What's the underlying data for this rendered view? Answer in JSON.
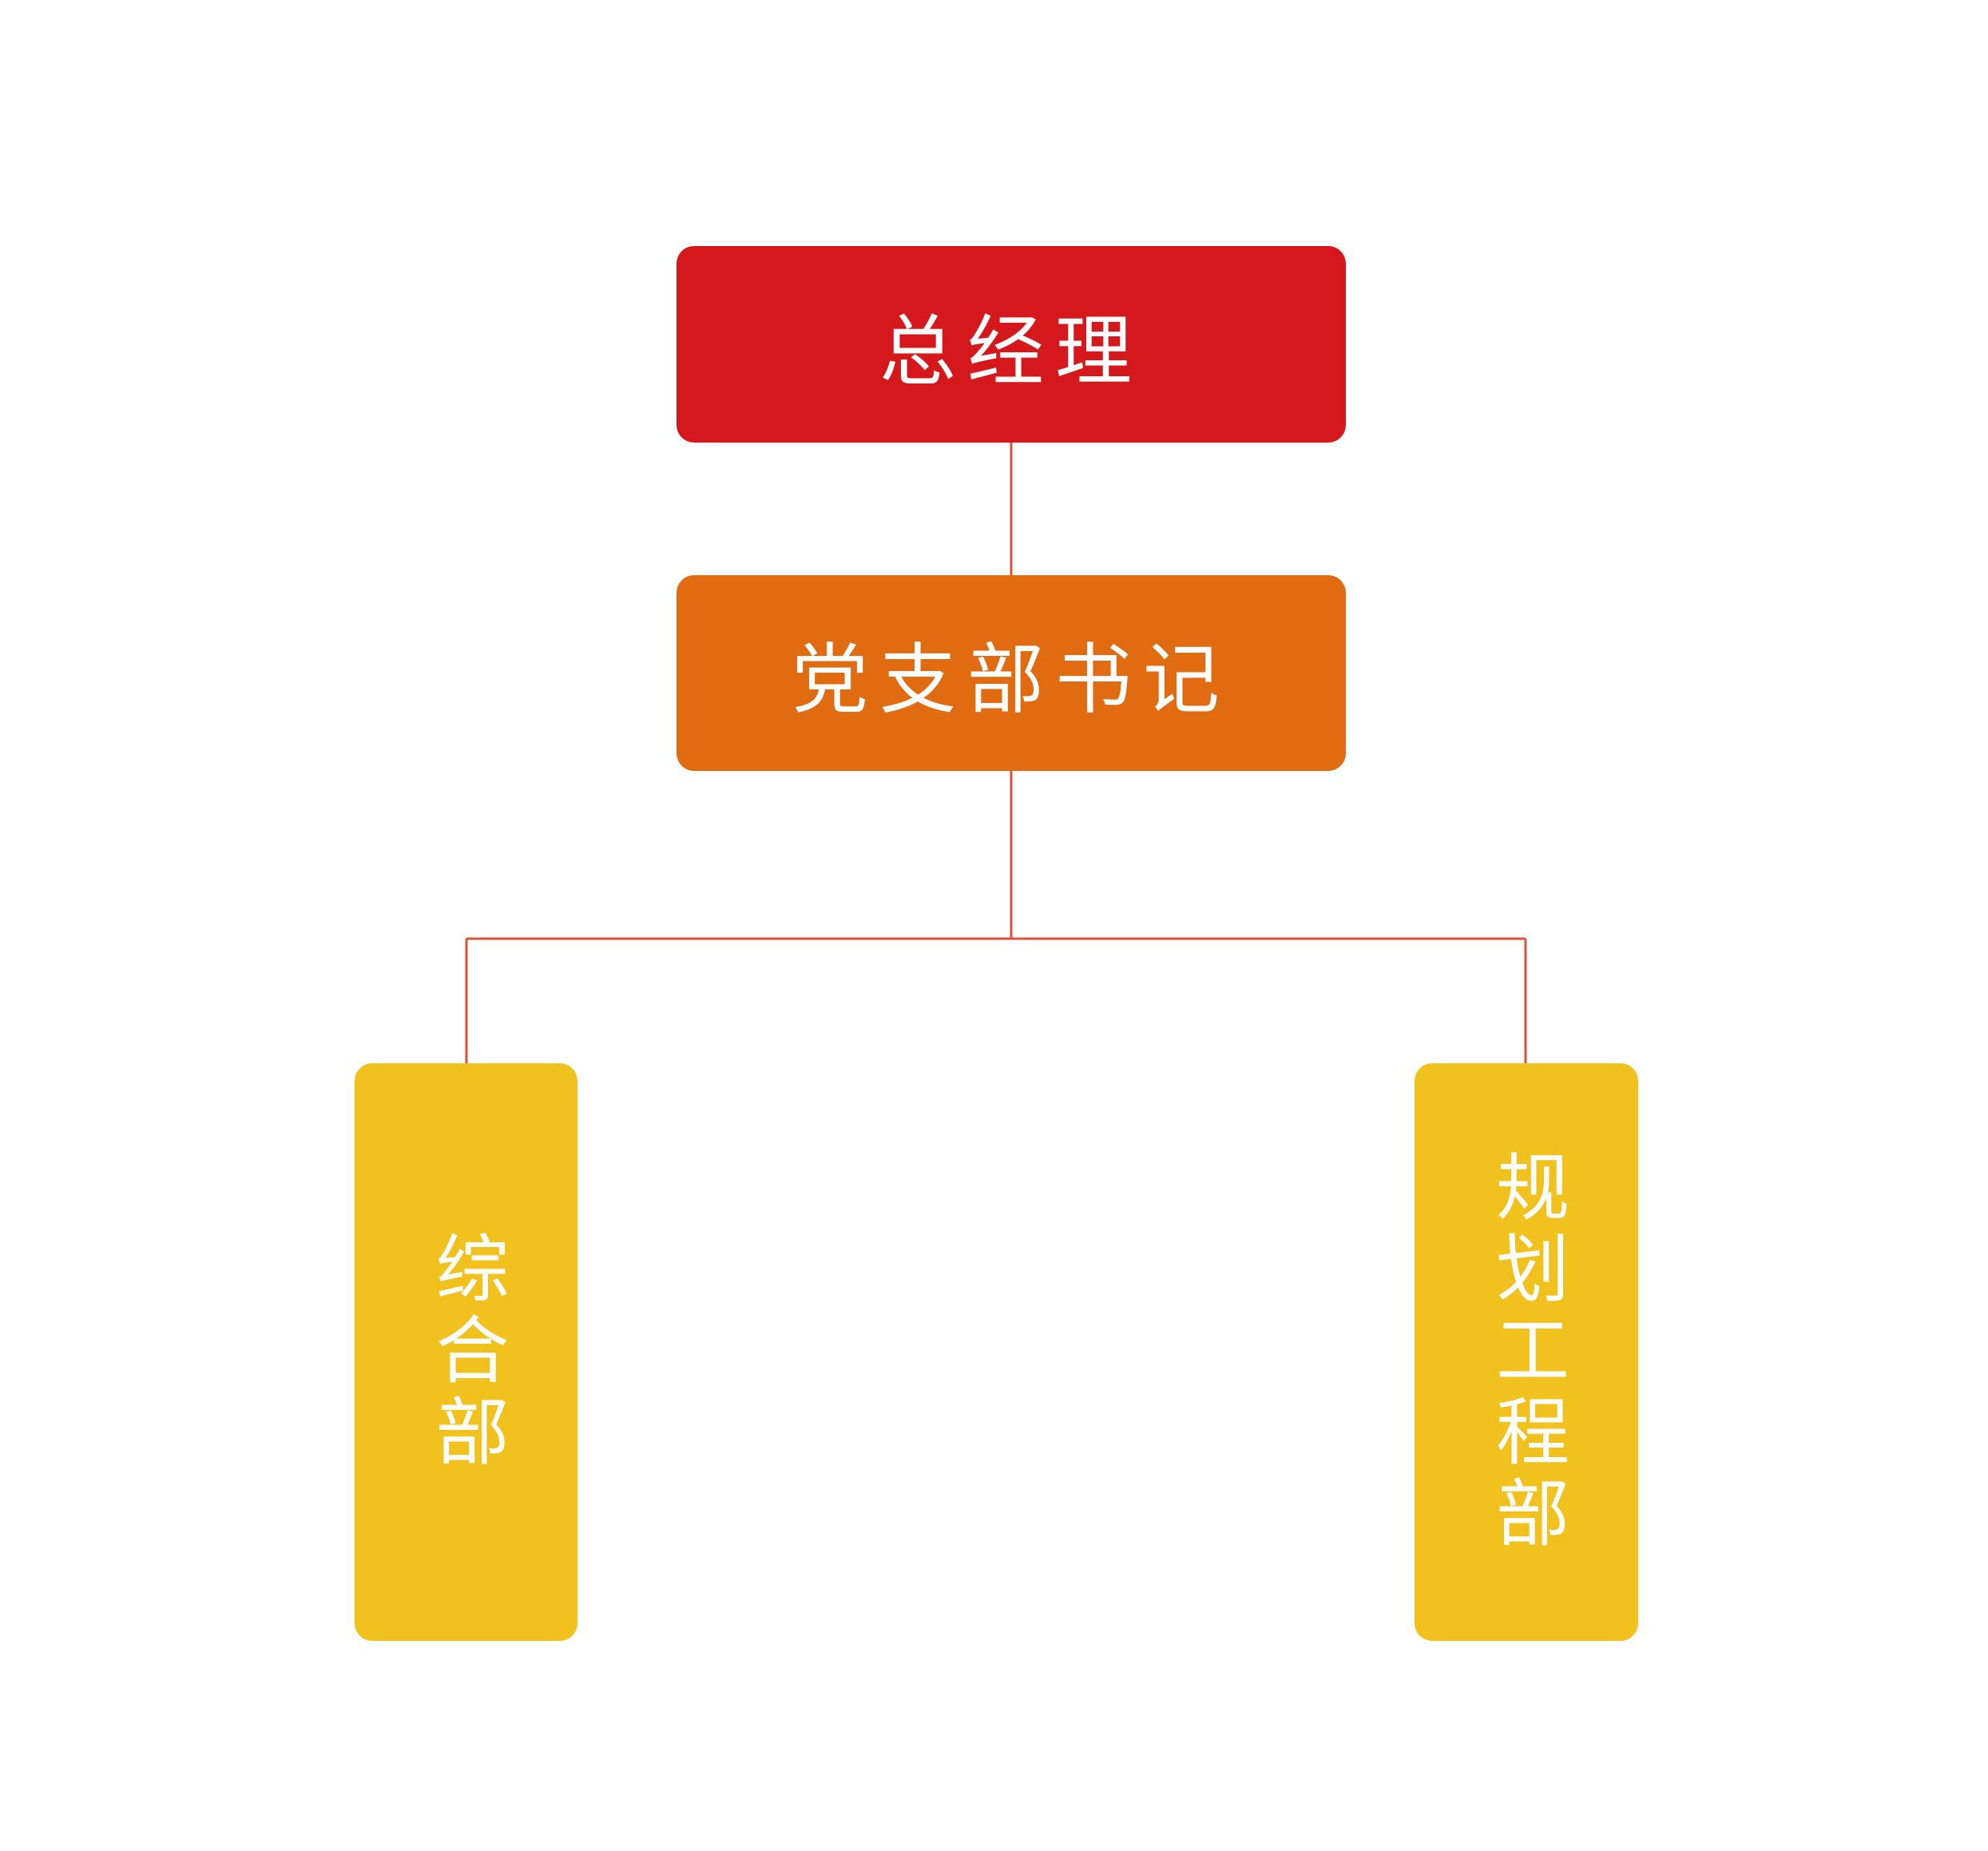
{
  "nodes": {
    "general_manager": "总经理",
    "party_secretary": "党支部书记",
    "general_dept": "综合部",
    "planning_dept": "规划工程部"
  },
  "colors": {
    "general_manager": "#d5181b",
    "party_secretary": "#e06b11",
    "departments": "#f1c21e",
    "connector": "#d9533a"
  }
}
